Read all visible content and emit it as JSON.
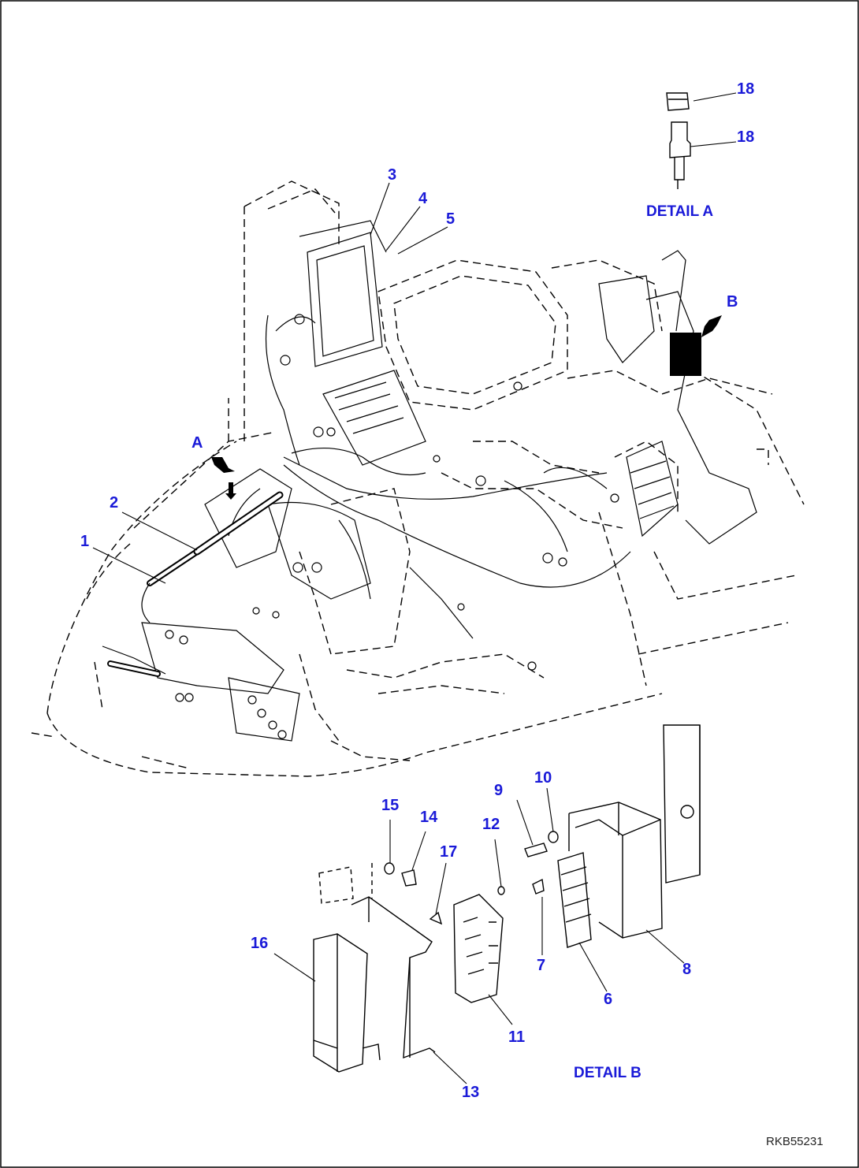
{
  "labels": {
    "callouts": {
      "c1": "1",
      "c2": "2",
      "c3": "3",
      "c4": "4",
      "c5": "5",
      "c6": "6",
      "c7": "7",
      "c8": "8",
      "c9": "9",
      "c10": "10",
      "c11": "11",
      "c12": "12",
      "c13": "13",
      "c14": "14",
      "c15": "15",
      "c16": "16",
      "c17": "17",
      "c18a": "18",
      "c18b": "18"
    },
    "arrow_a": "A",
    "arrow_b": "B",
    "detail_a": "DETAIL A",
    "detail_b": "DETAIL B"
  },
  "drawing_code": "RKB55231",
  "colors": {
    "callout": "#1a1ad8",
    "line": "#000000",
    "component_b": "#000000"
  }
}
